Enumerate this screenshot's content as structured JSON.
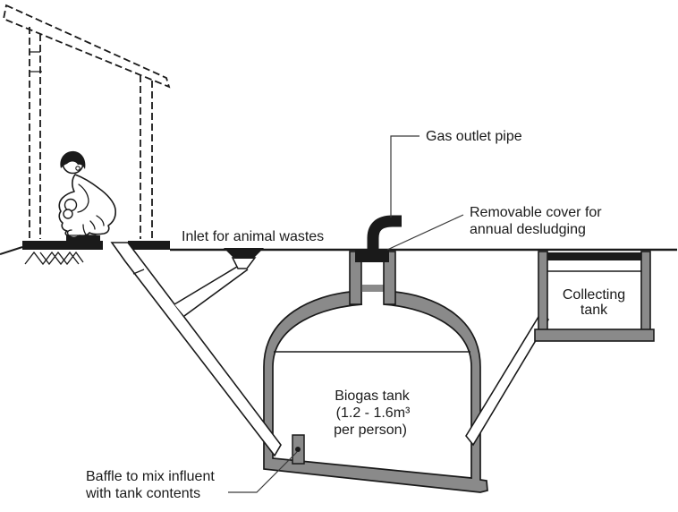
{
  "diagram": {
    "type": "technical-cross-section",
    "subject": "Pour-flush latrine connected to a biogas digester tank"
  },
  "labels": {
    "inlet": {
      "text": "Inlet for animal wastes"
    },
    "gas_outlet": {
      "text": "Gas outlet pipe"
    },
    "removable_cover": {
      "line1": "Removable cover for",
      "line2": "annual desludging"
    },
    "collecting_tank": {
      "line1": "Collecting",
      "line2": "tank"
    },
    "biogas_tank": {
      "line1": "Biogas tank",
      "line2": "(1.2 - 1.6m³",
      "line3": "per person)"
    },
    "baffle": {
      "line1": "Baffle to mix influent",
      "line2": "with tank contents"
    }
  },
  "colors": {
    "wall_grey": "#8a8a8a",
    "ink": "#1a1a1a",
    "background": "#ffffff"
  }
}
